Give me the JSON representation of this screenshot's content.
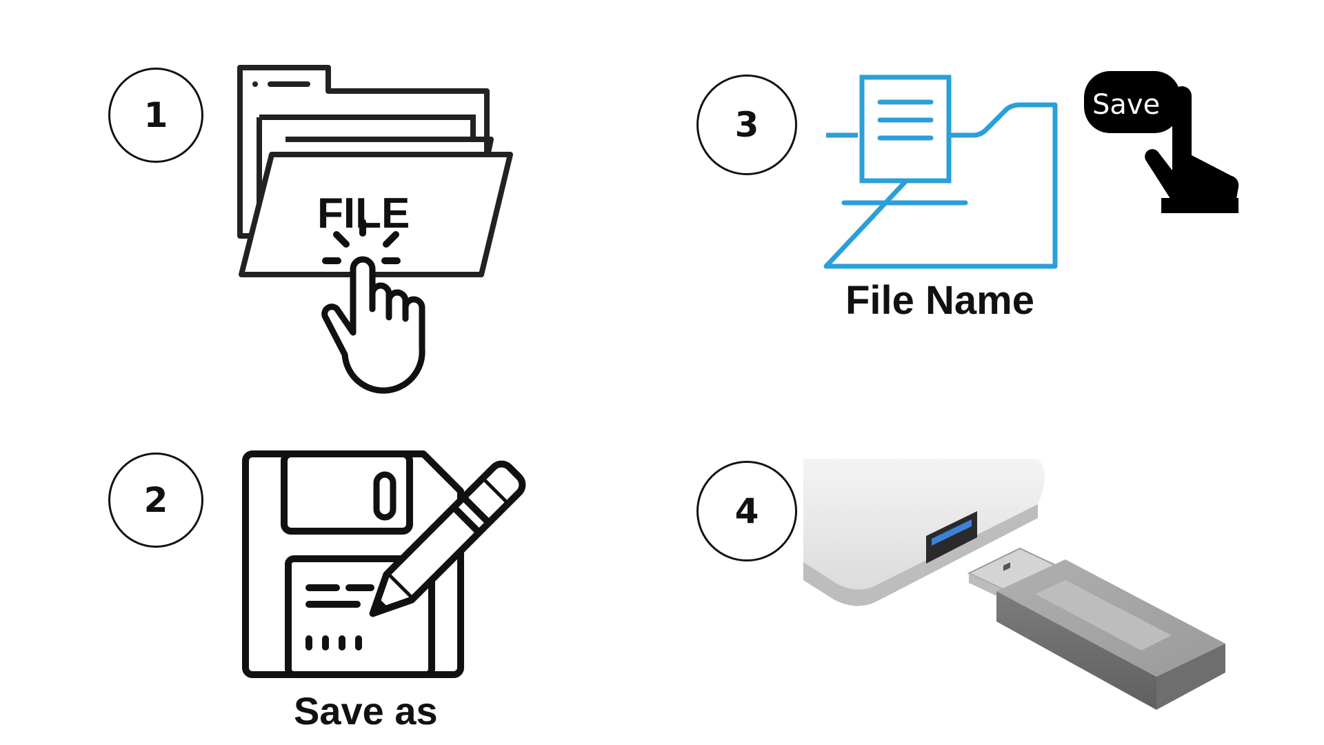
{
  "steps": [
    {
      "number": "1",
      "icon": "file-folder-click-icon",
      "label": "FILE"
    },
    {
      "number": "2",
      "icon": "floppy-disk-pencil-icon",
      "caption": "Save as"
    },
    {
      "number": "3",
      "icon": "document-folder-icon",
      "caption": "File Name",
      "button_label": "Save"
    },
    {
      "number": "4",
      "icon": "usb-flash-drive-icon"
    }
  ],
  "colors": {
    "outline": "#111111",
    "accent_blue": "#2b9fd9",
    "usb_body": "#8f8f8f",
    "usb_port": "#3b82d8"
  }
}
